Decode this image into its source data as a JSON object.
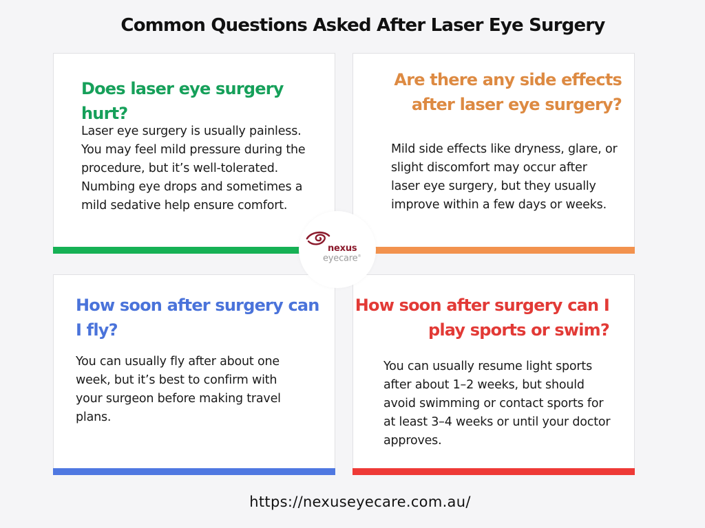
{
  "title": "Common Questions Asked After Laser Eye Surgery",
  "cards": [
    {
      "question": "Does laser eye surgery hurt?",
      "answer": "Laser eye surgery is usually painless. You may feel mild pressure during the procedure, but it’s well-tolerated. Numbing eye drops and sometimes a mild sedative help ensure comfort.",
      "accent_color": "#16b155"
    },
    {
      "question": "Are there any side effects after laser eye surgery?",
      "answer": "Mild side effects like dryness, glare, or slight discomfort may occur after laser eye surgery, but they usually improve within a few days or weeks.",
      "accent_color": "#f2924e"
    },
    {
      "question": "How soon after surgery can I fly?",
      "answer": "You can usually fly after about one week, but it’s best to confirm with your surgeon before making travel plans.",
      "accent_color": "#4f78e1"
    },
    {
      "question": "How soon after surgery can I play sports or swim?",
      "answer": "You can usually resume light sports after about 1–2 weeks, but should avoid swimming or contact sports for at least 3–4 weeks or until your doctor approves.",
      "accent_color": "#ee3a37"
    }
  ],
  "logo": {
    "brand_top": "nexus",
    "brand_bottom": "eyecare",
    "icon": "eye-swirl-icon"
  },
  "footer": {
    "url": "https://nexuseyecare.com.au/"
  }
}
